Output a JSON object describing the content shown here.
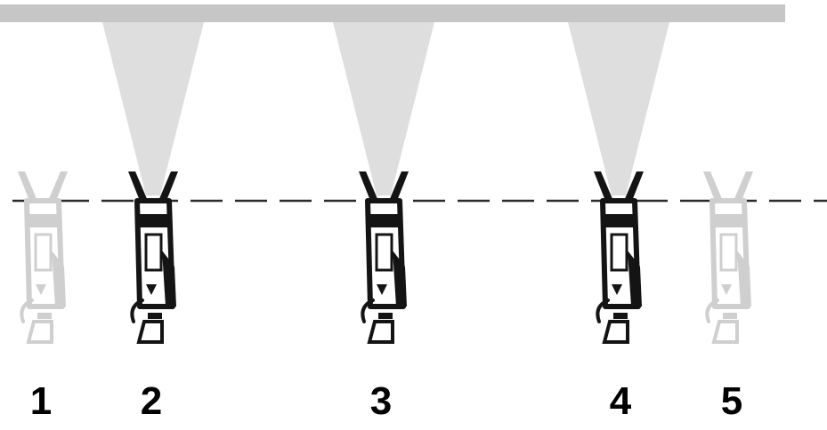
{
  "positions": [
    {
      "label": "1",
      "state": "faded"
    },
    {
      "label": "2",
      "state": "active"
    },
    {
      "label": "3",
      "state": "active"
    },
    {
      "label": "4",
      "state": "active"
    },
    {
      "label": "5",
      "state": "faded"
    }
  ],
  "colors": {
    "rail": "#c6c6c6",
    "beam": "#dedede",
    "active_device": "#141414",
    "faded_device": "#cfcfcf",
    "dashed_line": "#2b2b2b",
    "label": "#000000"
  },
  "icons": {
    "device": "spot-light-fixture-icon",
    "beam": "light-beam-icon"
  }
}
